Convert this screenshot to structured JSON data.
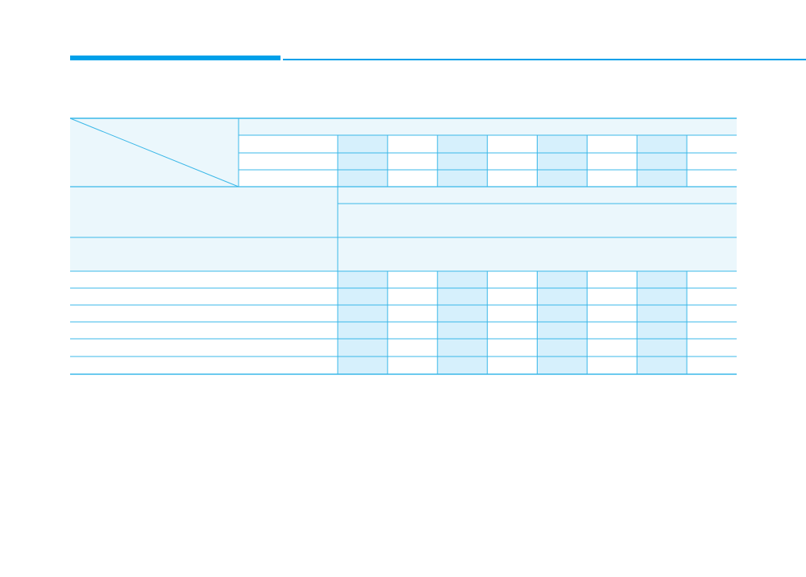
{
  "colors": {
    "accent": "#00a0e9",
    "table_line": "#3bb8e8",
    "cell_light": "#ebf7fc",
    "cell_shaded": "#d6f0fc",
    "cell_white": "#ffffff"
  },
  "table": {
    "header_rows": 4,
    "body_rows": 8,
    "value_columns": 8,
    "shaded_value_columns": [
      0,
      2,
      4,
      6
    ],
    "has_diagonal_corner": true,
    "cells_text": []
  }
}
